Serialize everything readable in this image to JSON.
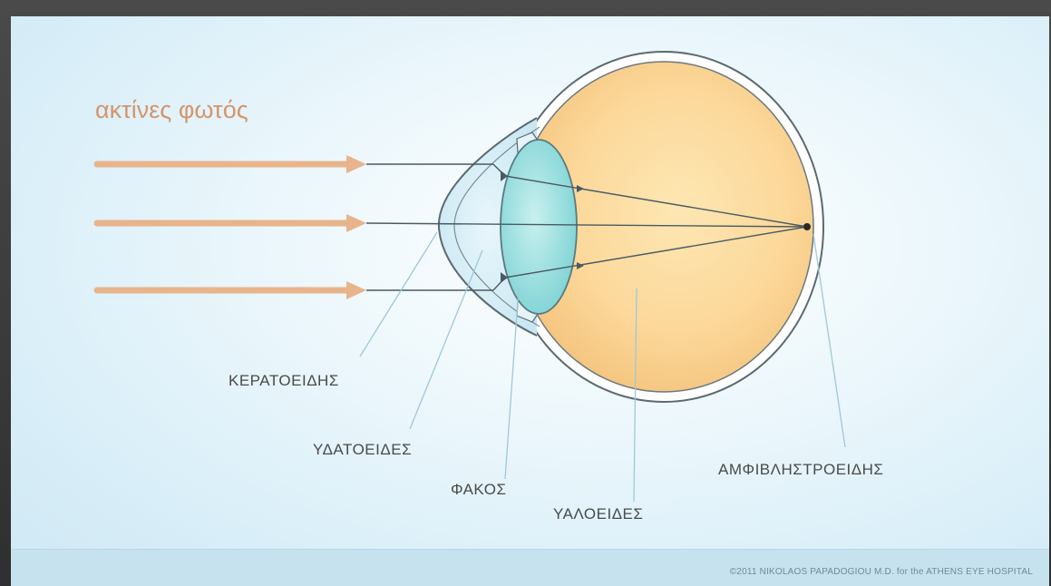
{
  "title": "ακτίνες φωτός",
  "labels": {
    "cornea": "ΚΕΡΑΤΟΕΙΔΗΣ",
    "aqueous": "ΥΔΑΤΟΕΙΔΕΣ",
    "lens": "ΦΑΚΟΣ",
    "vitreous": "ΥΑΛΟΕΙΔΕΣ",
    "retina": "ΑΜΦΙΒΛΗΣΤΡΟΕΙΔΗΣ"
  },
  "credit": "©2011 NIKOLAOS PAPADOGIOU M.D. for the ATHENS EYE HOSPITAL",
  "colors": {
    "arrow": "#e8b48c",
    "ray_line": "#4a5a64",
    "eyeball_fill": "#fcd99a",
    "lens_fill": "#9ee0e0",
    "outline": "#5a6a70",
    "title": "#d5956a"
  }
}
